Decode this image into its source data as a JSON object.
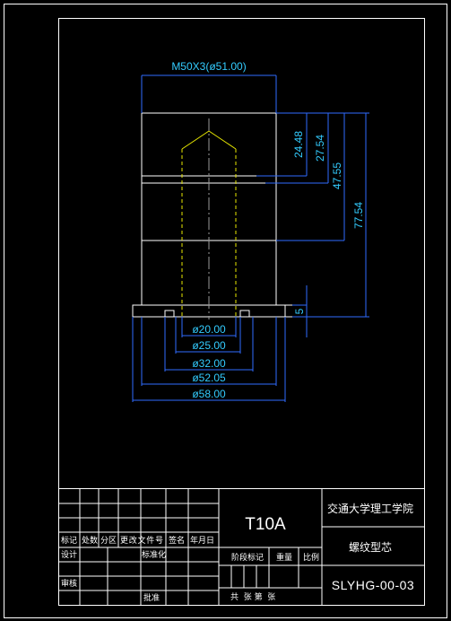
{
  "drawing": {
    "dimensions": {
      "thread": "M50X3(ø51.00)",
      "h1": "24.48",
      "h2": "27.54",
      "h3": "47.55",
      "h4": "77.54",
      "h5": "5",
      "d1": "ø20.00",
      "d2": "ø25.00",
      "d3": "ø32.00",
      "d4": "ø52.05",
      "d5": "ø58.00"
    }
  },
  "title_block": {
    "part_code": "T10A",
    "institution": "交通大学理工学院",
    "part_name": "螺纹型芯",
    "drawing_number": "SLYHG-00-03",
    "labels": {
      "mark": "标记",
      "count": "处数",
      "zone": "分区",
      "change_doc": "更改文件号",
      "signature": "签名",
      "date": "年月日",
      "design": "设计",
      "standardization": "标准化",
      "review": "审核",
      "approve": "批准",
      "stage_mark": "阶段标记",
      "weight": "重量",
      "scale": "比例",
      "sheet_info": "共  张 第  张"
    }
  }
}
